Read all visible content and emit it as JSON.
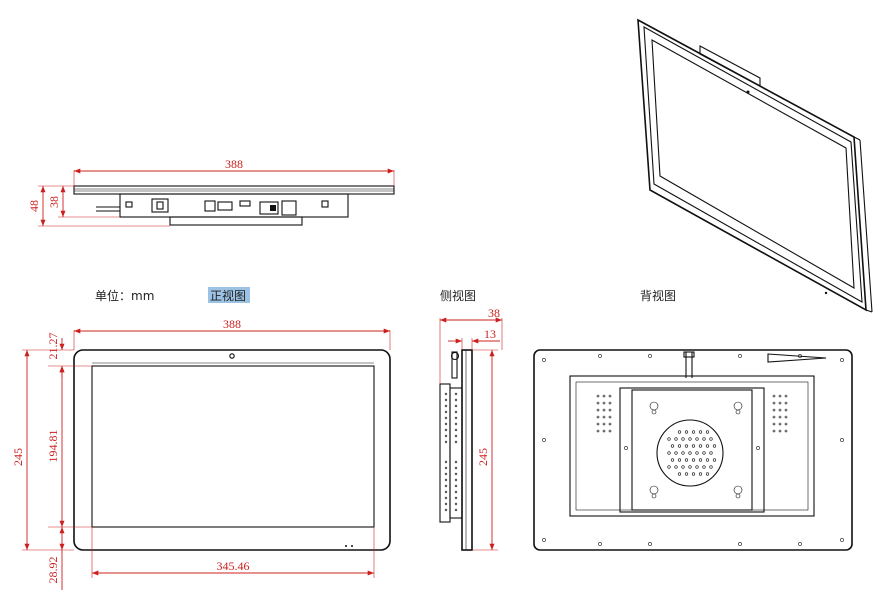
{
  "labels": {
    "unit": "单位：mm",
    "front_view": "正视图",
    "side_view": "侧视图",
    "back_view": "背视图"
  },
  "dimensions": {
    "top_view_width": "388",
    "top_view_height_48": "48",
    "top_view_height_38": "38",
    "front_width": "388",
    "front_top_border": "21.27",
    "front_height": "245",
    "front_screen_height": "194.81",
    "front_bottom_border": "28.92",
    "front_screen_width": "345.46",
    "side_depth_38": "38",
    "side_depth_13": "13",
    "side_height": "245"
  },
  "colors": {
    "dimension": "#cc2020",
    "outline": "#111111",
    "highlight": "#9cc3e6"
  }
}
